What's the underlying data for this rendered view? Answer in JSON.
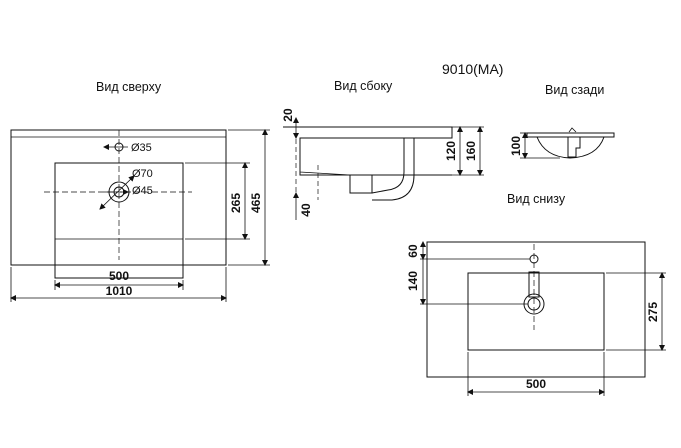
{
  "model": "9010(MA)",
  "views": {
    "top": "Вид сверху",
    "side": "Вид сбоку",
    "back": "Вид сзади",
    "bottom": "Вид снизу"
  },
  "top_view": {
    "overflow_dia": "Ø35",
    "drain_outer_dia": "Ø70",
    "drain_inner_dia": "Ø45",
    "bowl_width": "500",
    "total_width": "1010",
    "bowl_depth": "265",
    "total_depth": "465"
  },
  "side_view": {
    "top_thickness": "20",
    "bowl_height": "120",
    "total_height": "160",
    "drain_offset": "40"
  },
  "back_view": {
    "height": "100"
  },
  "bottom_view": {
    "hole_offset": "60",
    "drain_offset": "140",
    "bowl_width": "500",
    "bowl_depth": "275"
  }
}
